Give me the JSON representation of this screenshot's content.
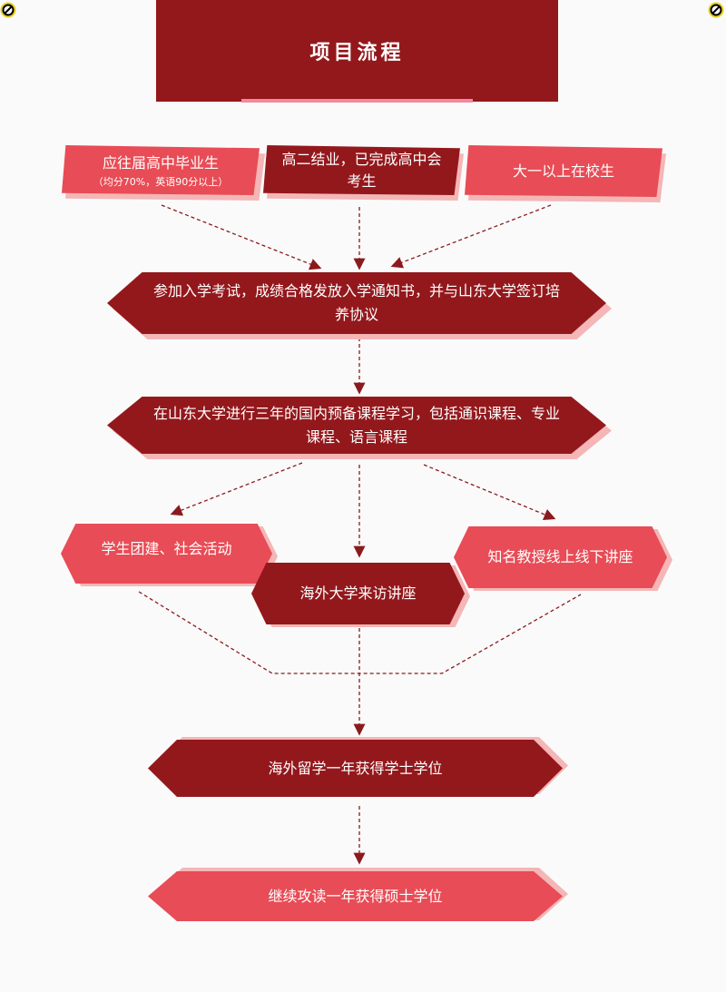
{
  "title": "项目流程",
  "entry": [
    {
      "label": "应往届高中毕业生",
      "sub": "（均分70%，英语90分以上）"
    },
    {
      "label": "高二结业，已完成高中会考生"
    },
    {
      "label": "大一以上在校生"
    }
  ],
  "steps": {
    "admission": "参加入学考试，成绩合格发放入学通知书，并与山东大学签订培养协议",
    "study": "在山东大学进行三年的国内预备课程学习，包括通识课程、专业课程、语言课程",
    "activities": "学生团建、社会活动",
    "visits": "海外大学来访讲座",
    "lectures": "知名教授线上线下讲座",
    "bachelor": "海外留学一年获得学士学位",
    "master": "继续攻读一年获得硕士学位"
  },
  "colors": {
    "dark": "#93181c",
    "light": "#e84c56",
    "shadow": "#f4b6b6",
    "arrow": "#8b1a1e"
  }
}
